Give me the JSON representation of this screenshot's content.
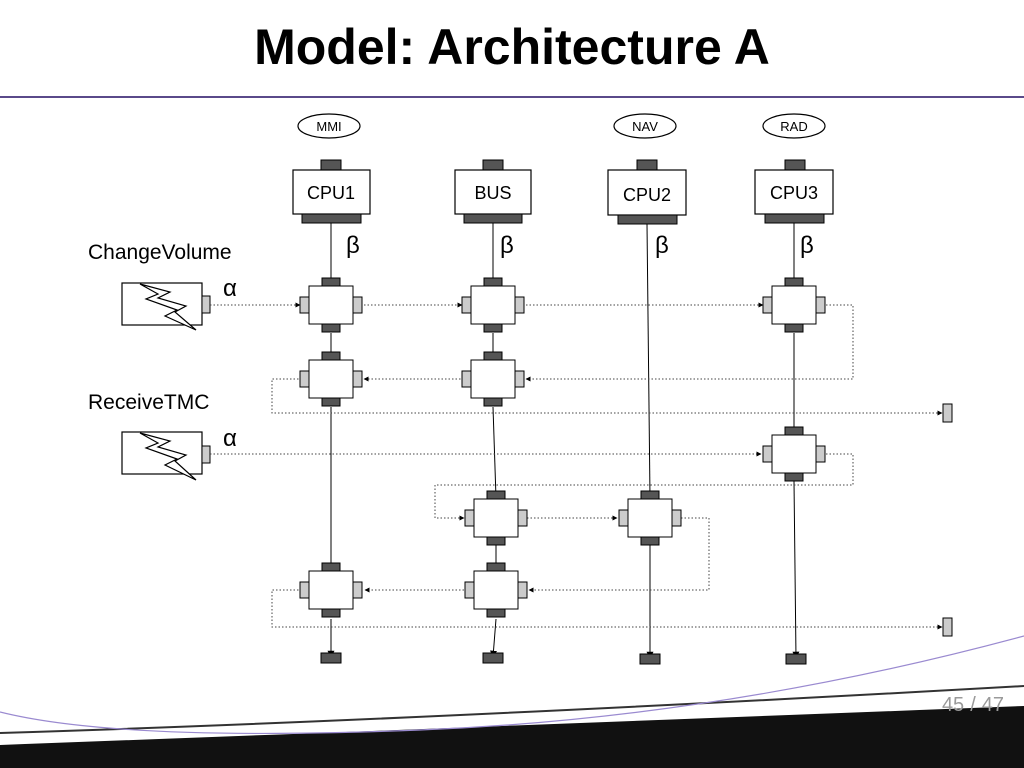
{
  "slide": {
    "title": "Model: Architecture A",
    "page_current": "45",
    "page_separator": "/",
    "page_total": "47"
  },
  "diagram": {
    "components": [
      {
        "id": "cpu1",
        "label": "CPU1",
        "tag": "MMI"
      },
      {
        "id": "bus",
        "label": "BUS",
        "tag": ""
      },
      {
        "id": "cpu2",
        "label": "CPU2",
        "tag": "NAV"
      },
      {
        "id": "cpu3",
        "label": "CPU3",
        "tag": "RAD"
      }
    ],
    "beta_symbol": "β",
    "alpha_symbol": "α",
    "events": [
      {
        "id": "change-volume",
        "label": "ChangeVolume"
      },
      {
        "id": "receive-tmc",
        "label": "ReceiveTMC"
      }
    ]
  }
}
